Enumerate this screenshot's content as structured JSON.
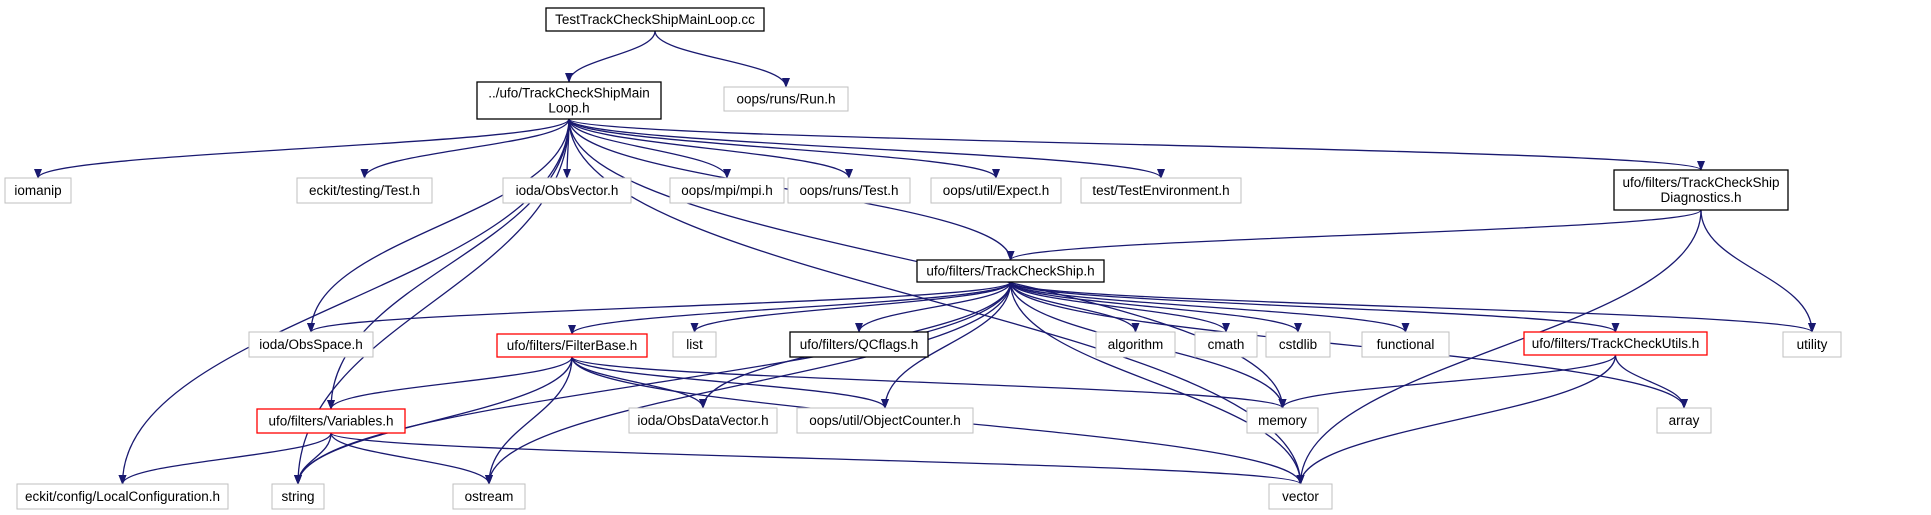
{
  "colors": {
    "edge": "#191970",
    "border_gray": "#bfbfbf",
    "border_black": "#000000",
    "border_red": "#ff0000",
    "root_fill": "#bfbfbf"
  },
  "nodes": [
    {
      "id": "root",
      "lines": [
        "TestTrackCheckShipMainLoop.cc"
      ],
      "style": "root"
    },
    {
      "id": "mainloop",
      "lines": [
        "../ufo/TrackCheckShipMain",
        "Loop.h"
      ],
      "style": "black"
    },
    {
      "id": "run",
      "lines": [
        "oops/runs/Run.h"
      ],
      "style": "gray"
    },
    {
      "id": "iomanip",
      "lines": [
        "iomanip"
      ],
      "style": "gray"
    },
    {
      "id": "eckittest",
      "lines": [
        "eckit/testing/Test.h"
      ],
      "style": "gray"
    },
    {
      "id": "obsvector",
      "lines": [
        "ioda/ObsVector.h"
      ],
      "style": "gray"
    },
    {
      "id": "mpi",
      "lines": [
        "oops/mpi/mpi.h"
      ],
      "style": "gray"
    },
    {
      "id": "oopstest",
      "lines": [
        "oops/runs/Test.h"
      ],
      "style": "gray"
    },
    {
      "id": "expect",
      "lines": [
        "oops/util/Expect.h"
      ],
      "style": "gray"
    },
    {
      "id": "testenv",
      "lines": [
        "test/TestEnvironment.h"
      ],
      "style": "gray"
    },
    {
      "id": "diag",
      "lines": [
        "ufo/filters/TrackCheckShip",
        "Diagnostics.h"
      ],
      "style": "black"
    },
    {
      "id": "tcs",
      "lines": [
        "ufo/filters/TrackCheckShip.h"
      ],
      "style": "black"
    },
    {
      "id": "obsspace",
      "lines": [
        "ioda/ObsSpace.h"
      ],
      "style": "gray"
    },
    {
      "id": "filterbase",
      "lines": [
        "ufo/filters/FilterBase.h"
      ],
      "style": "red"
    },
    {
      "id": "list",
      "lines": [
        "list"
      ],
      "style": "gray"
    },
    {
      "id": "qcflags",
      "lines": [
        "ufo/filters/QCflags.h"
      ],
      "style": "black"
    },
    {
      "id": "algorithm",
      "lines": [
        "algorithm"
      ],
      "style": "gray"
    },
    {
      "id": "cmath",
      "lines": [
        "cmath"
      ],
      "style": "gray"
    },
    {
      "id": "cstdlib",
      "lines": [
        "cstdlib"
      ],
      "style": "gray"
    },
    {
      "id": "functional",
      "lines": [
        "functional"
      ],
      "style": "gray"
    },
    {
      "id": "tcutils",
      "lines": [
        "ufo/filters/TrackCheckUtils.h"
      ],
      "style": "red"
    },
    {
      "id": "utility",
      "lines": [
        "utility"
      ],
      "style": "gray"
    },
    {
      "id": "variables",
      "lines": [
        "ufo/filters/Variables.h"
      ],
      "style": "red"
    },
    {
      "id": "obsdatavector",
      "lines": [
        "ioda/ObsDataVector.h"
      ],
      "style": "gray"
    },
    {
      "id": "objectcounter",
      "lines": [
        "oops/util/ObjectCounter.h"
      ],
      "style": "gray"
    },
    {
      "id": "memory",
      "lines": [
        "memory"
      ],
      "style": "gray"
    },
    {
      "id": "array",
      "lines": [
        "array"
      ],
      "style": "gray"
    },
    {
      "id": "localconfig",
      "lines": [
        "eckit/config/LocalConfiguration.h"
      ],
      "style": "gray"
    },
    {
      "id": "string",
      "lines": [
        "string"
      ],
      "style": "gray"
    },
    {
      "id": "ostream",
      "lines": [
        "ostream"
      ],
      "style": "gray"
    },
    {
      "id": "vector",
      "lines": [
        "vector"
      ],
      "style": "gray"
    }
  ],
  "edges": [
    [
      "root",
      "mainloop"
    ],
    [
      "root",
      "run"
    ],
    [
      "mainloop",
      "iomanip"
    ],
    [
      "mainloop",
      "localconfig"
    ],
    [
      "mainloop",
      "string"
    ],
    [
      "mainloop",
      "variables"
    ],
    [
      "mainloop",
      "obsspace"
    ],
    [
      "mainloop",
      "eckittest"
    ],
    [
      "mainloop",
      "tcs"
    ],
    [
      "mainloop",
      "obsvector"
    ],
    [
      "mainloop",
      "mpi"
    ],
    [
      "mainloop",
      "oopstest"
    ],
    [
      "mainloop",
      "expect"
    ],
    [
      "mainloop",
      "testenv"
    ],
    [
      "mainloop",
      "diag"
    ],
    [
      "mainloop",
      "memory"
    ],
    [
      "mainloop",
      "vector"
    ],
    [
      "diag",
      "tcs"
    ],
    [
      "diag",
      "utility"
    ],
    [
      "diag",
      "vector"
    ],
    [
      "tcs",
      "obsspace"
    ],
    [
      "tcs",
      "string"
    ],
    [
      "tcs",
      "ostream"
    ],
    [
      "tcs",
      "filterbase"
    ],
    [
      "tcs",
      "list"
    ],
    [
      "tcs",
      "obsdatavector"
    ],
    [
      "tcs",
      "qcflags"
    ],
    [
      "tcs",
      "objectcounter"
    ],
    [
      "tcs",
      "algorithm"
    ],
    [
      "tcs",
      "cmath"
    ],
    [
      "tcs",
      "cstdlib"
    ],
    [
      "tcs",
      "functional"
    ],
    [
      "tcs",
      "tcutils"
    ],
    [
      "tcs",
      "utility"
    ],
    [
      "tcs",
      "vector"
    ],
    [
      "tcs",
      "memory"
    ],
    [
      "tcs",
      "array"
    ],
    [
      "filterbase",
      "variables"
    ],
    [
      "filterbase",
      "obsdatavector"
    ],
    [
      "filterbase",
      "objectcounter"
    ],
    [
      "filterbase",
      "memory"
    ],
    [
      "filterbase",
      "string"
    ],
    [
      "filterbase",
      "ostream"
    ],
    [
      "filterbase",
      "vector"
    ],
    [
      "variables",
      "localconfig"
    ],
    [
      "variables",
      "string"
    ],
    [
      "variables",
      "ostream"
    ],
    [
      "variables",
      "vector"
    ],
    [
      "tcutils",
      "memory"
    ],
    [
      "tcutils",
      "vector"
    ],
    [
      "tcutils",
      "array"
    ]
  ]
}
